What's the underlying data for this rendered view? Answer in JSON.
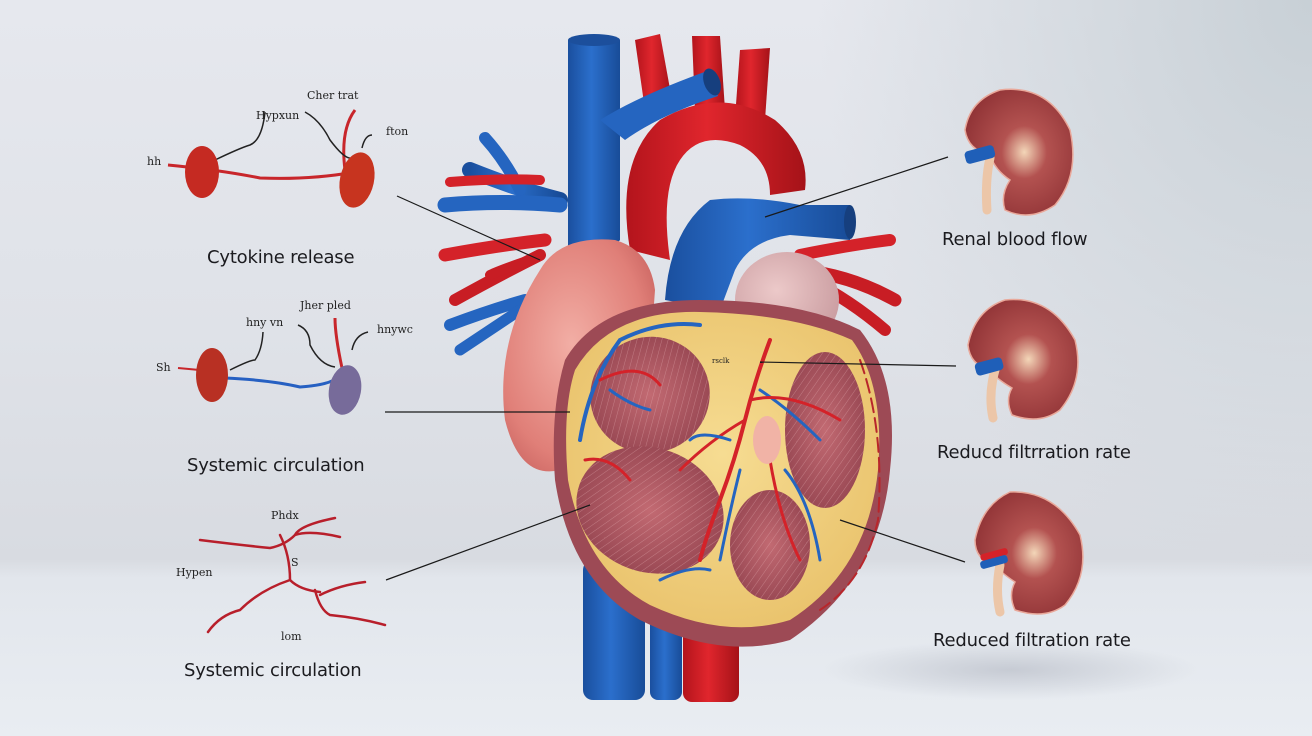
{
  "figure": {
    "subject": "Anatomical heart model with systemic and renal effects",
    "colors": {
      "artery_red": "#d41f26",
      "vein_blue": "#1f5fb8",
      "myocardium_pink": "#e58a84",
      "ventricle_muscle": "#a8525c",
      "fat_yellow": "#f0cf7a",
      "kidney_cortex": "#9c3a3a",
      "ureter_tan": "#ecc6a8",
      "background": "#e3e6ec"
    }
  },
  "left_panels": [
    {
      "caption": "Cytokine release",
      "minor_labels": [
        "Cher trat",
        "Hypxun",
        "fton",
        "hh"
      ]
    },
    {
      "caption": "Systemic circulation",
      "minor_labels": [
        "Jher pled",
        "hny vn",
        "hnywc",
        "Sh"
      ]
    },
    {
      "caption": "Systemic circulation",
      "minor_labels": [
        "Phdx",
        "Hypen",
        "lom",
        "S"
      ]
    }
  ],
  "right_panels": [
    {
      "caption": "Renal blood flow"
    },
    {
      "caption": "Reducd filtrration rate"
    },
    {
      "caption": "Reduced filtration rate"
    }
  ],
  "center_label": "rsclk"
}
